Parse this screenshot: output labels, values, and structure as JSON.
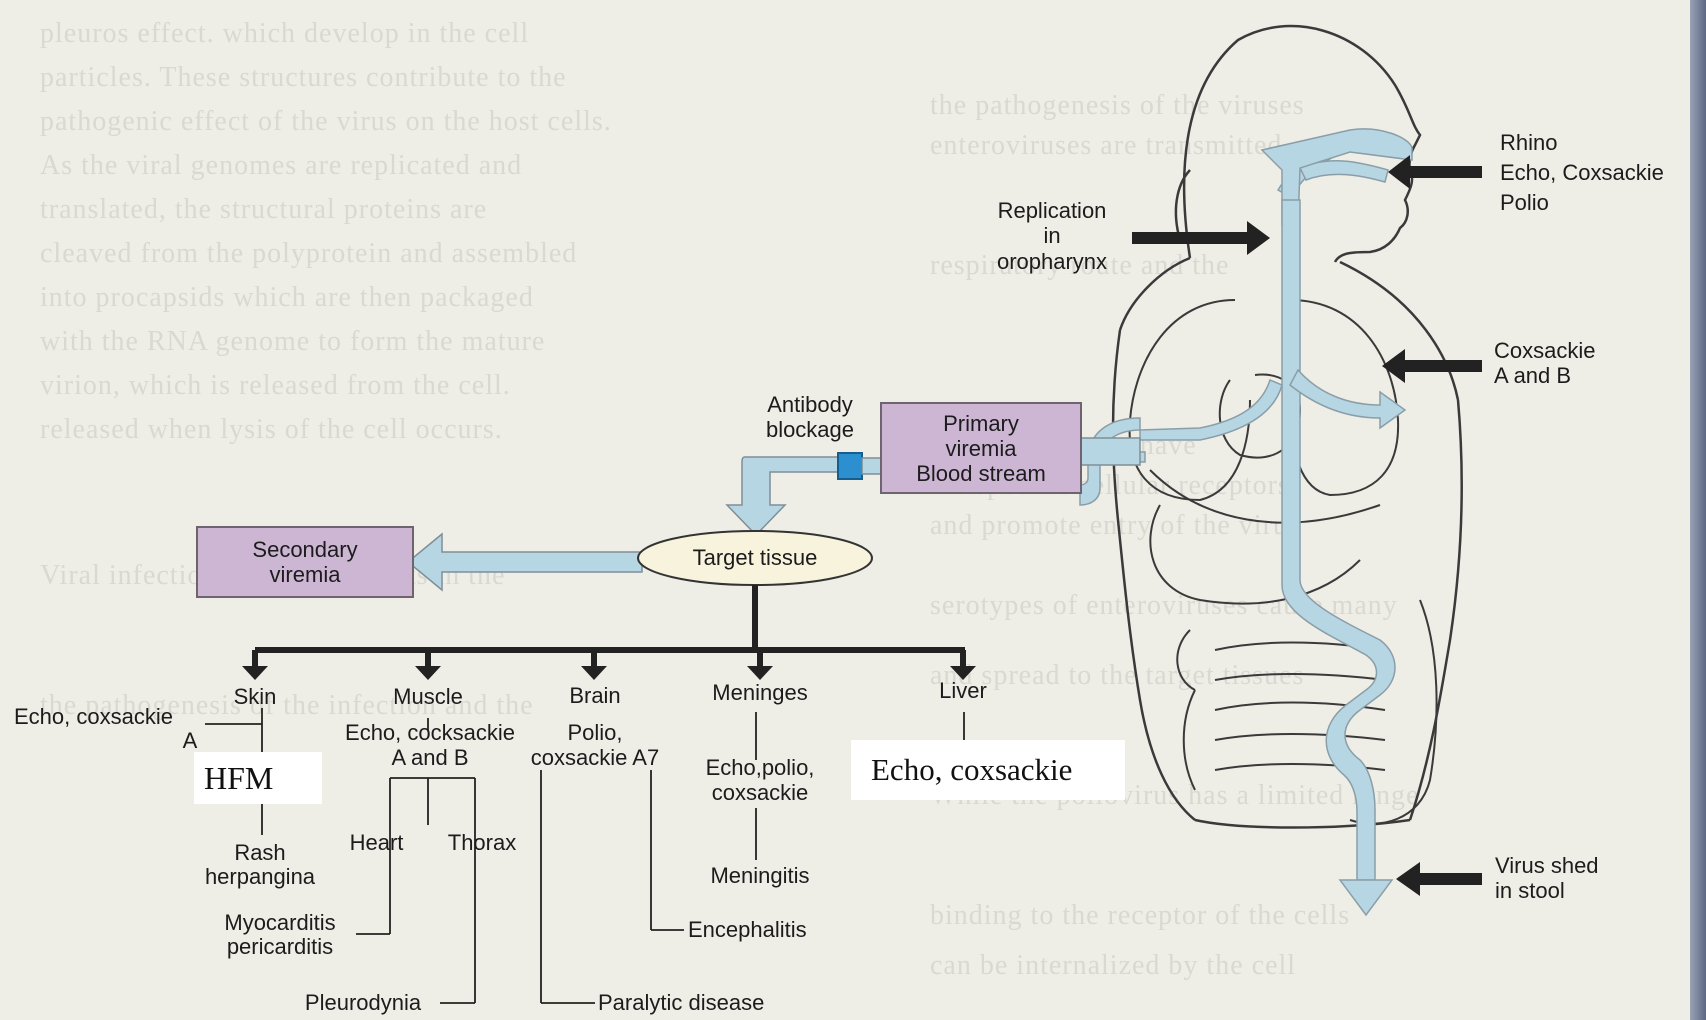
{
  "entry_viruses": {
    "line1": "Rhino",
    "line2": "Echo, Coxsackie",
    "line3": "Polio"
  },
  "replication": {
    "line1": "Replication",
    "line2": "in",
    "line3": "oropharynx"
  },
  "lung_viruses": {
    "line1": "Coxsackie",
    "line2": "A and B"
  },
  "primary_viremia": {
    "line1": "Primary",
    "line2": "viremia",
    "line3": "Blood stream"
  },
  "antibody": {
    "line1": "Antibody",
    "line2": "blockage"
  },
  "secondary_viremia": {
    "line1": "Secondary",
    "line2": "viremia"
  },
  "target_tissue": "Target tissue",
  "virus_shed": {
    "line1": "Virus shed",
    "line2": "in stool"
  },
  "skin": {
    "label": "Skin",
    "virus_line1": "Echo, coxsackie",
    "virus_line2": "A",
    "hfm": "HFM",
    "rash_line1": "Rash",
    "rash_line2": "herpangina"
  },
  "muscle": {
    "label": "Muscle",
    "virus_line1": "Echo, cocksackie",
    "virus_line2": "A and B",
    "heart": "Heart",
    "thorax": "Thorax",
    "myo_line1": "Myocarditis",
    "myo_line2": "pericarditis",
    "pleurodynia": "Pleurodynia"
  },
  "brain": {
    "label": "Brain",
    "virus_line1": "Polio,",
    "virus_line2": "coxsackie A7",
    "encephalitis": "Encephalitis",
    "paralytic": "Paralytic disease"
  },
  "meninges": {
    "label": "Meninges",
    "virus_line1": "Echo,polio,",
    "virus_line2": "coxsackie",
    "meningitis": "Meningitis"
  },
  "liver": {
    "label": "Liver",
    "virus": "Echo, coxsackie"
  },
  "colors": {
    "pathway": "#b7d6e3",
    "box_fill": "#cdb6d3",
    "arrow": "#222222",
    "antibody_block": "#2b8fd0"
  }
}
